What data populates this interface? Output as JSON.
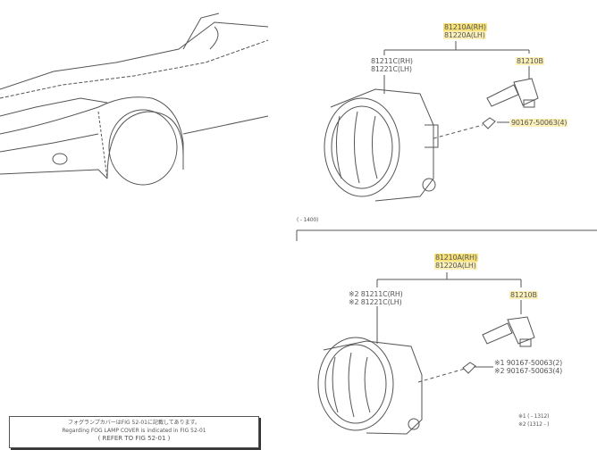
{
  "upper": {
    "assembly": [
      "81210A(RH)",
      "81220A(LH)"
    ],
    "housing": [
      "81211C(RH)",
      "81221C(LH)"
    ],
    "bulb": "81210B",
    "screw": "90167-50063(4)",
    "range": "(   - 1400)"
  },
  "lower": {
    "assembly": [
      "81210A(RH)",
      "81220A(LH)"
    ],
    "housing": [
      "※2 81211C(RH)",
      "※2 81221C(LH)"
    ],
    "bulb": "81210B",
    "screw": [
      "※1  90167-50063(2)",
      "※2  90167-50063(4)"
    ],
    "footnotes": [
      "※1 (    - 1312)",
      "※2 (1312 -    )"
    ]
  },
  "note": {
    "jp": "フォグランプカバーはFIG 52-01に記載してあります。",
    "en": "Regarding FOG LAMP COVER is indicated in FIG 52-01",
    "ref": "(  REFER TO FIG 52-01      )"
  },
  "colors": {
    "highlight": "#f7e27a",
    "line": "#555555"
  }
}
